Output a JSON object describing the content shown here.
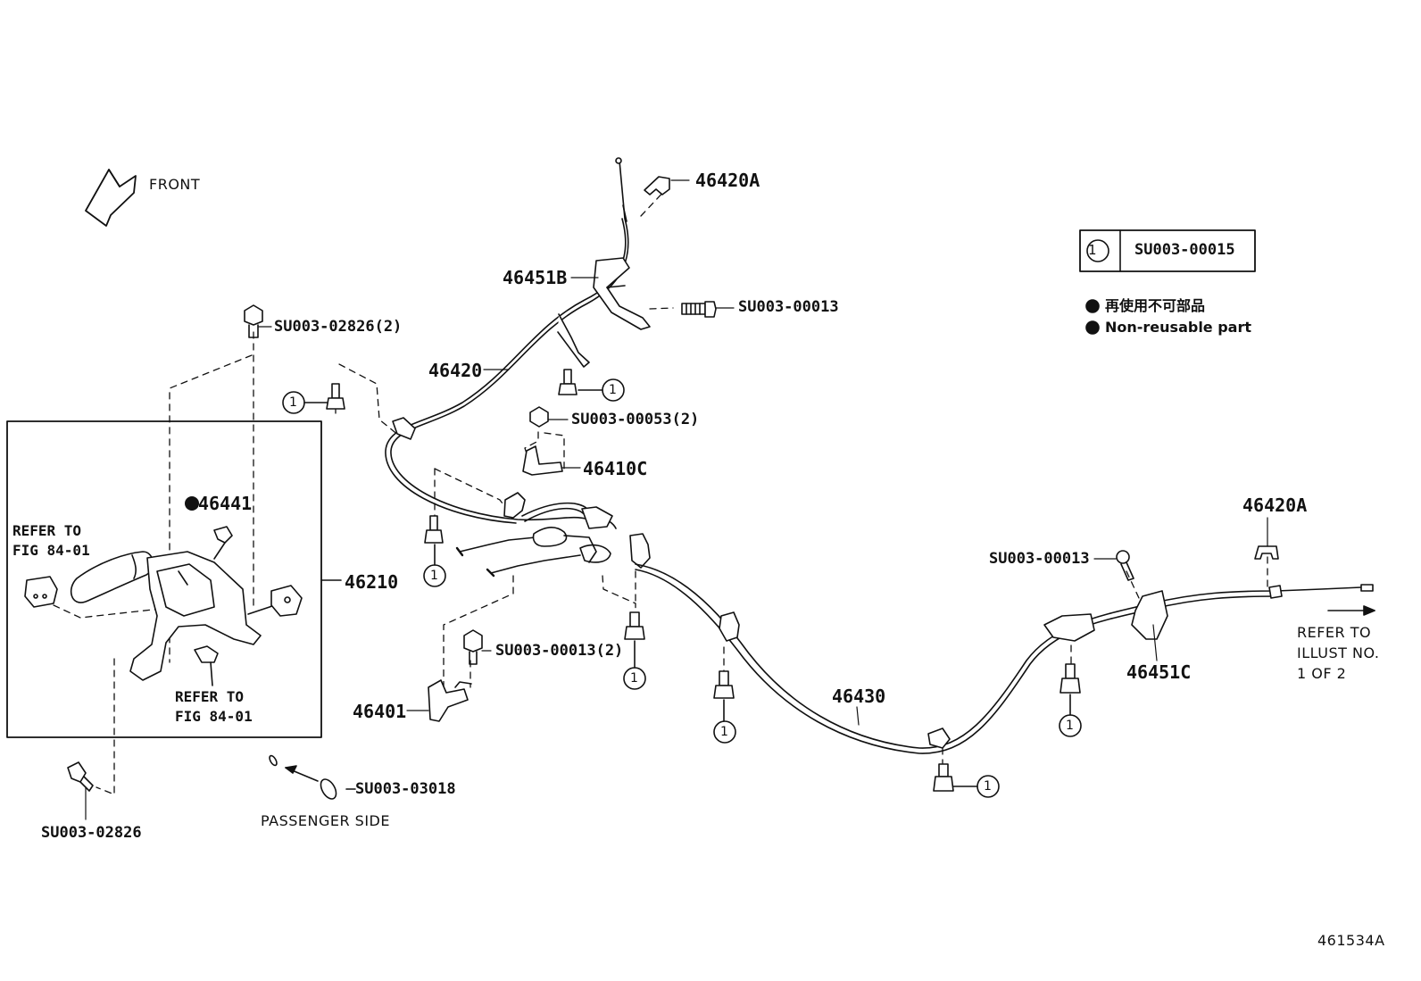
{
  "orientation": {
    "label": "FRONT",
    "icon": "front-arrow-icon"
  },
  "legend": {
    "circle_number": "1",
    "code": "SU003-00015",
    "non_reusable_jp": "再使用不可部品",
    "non_reusable_en": "Non-reusable part",
    "bullet_icon": "filled-circle-icon"
  },
  "labels": {
    "p46420A_top": "46420A",
    "p46451B": "46451B",
    "su_00013_top": "SU003-00013",
    "su_02826_2": "SU003-02826(2)",
    "p46420": "46420",
    "su_00053_2": "SU003-00053(2)",
    "p46410C": "46410C",
    "p46441": "46441",
    "p46210": "46210",
    "su_00013_2": "SU003-00013(2)",
    "p46401": "46401",
    "p46430": "46430",
    "su_00013_right": "SU003-00013",
    "p46420A_right": "46420A",
    "p46451C": "46451C",
    "refer_illust": "REFER TO\nILLUST NO.\n1 OF 2",
    "su_02826": "SU003-02826",
    "su_03018": "SU003-03018",
    "passenger_side": "PASSENGER SIDE",
    "refer_fig_left": "REFER TO\nFIG 84-01",
    "refer_fig_bottom": "REFER TO\nFIG 84-01",
    "figure_id": "461534A"
  },
  "callout_number": "1"
}
